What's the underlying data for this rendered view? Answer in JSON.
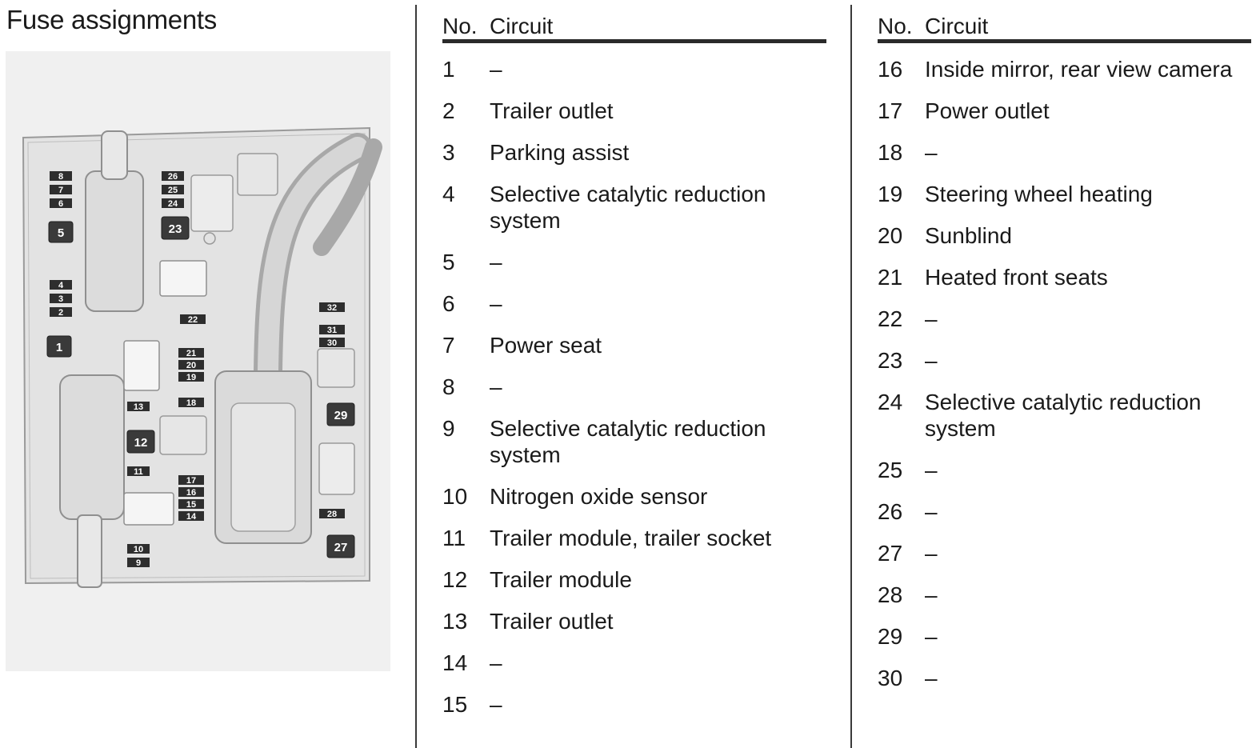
{
  "page": {
    "title": "Fuse assignments"
  },
  "diagram": {
    "dark_fuses": [
      "1",
      "5",
      "12",
      "23",
      "27",
      "29"
    ],
    "small_fuses": [
      "2",
      "3",
      "4",
      "6",
      "7",
      "8",
      "9",
      "10",
      "11",
      "13",
      "14",
      "15",
      "16",
      "17",
      "18",
      "19",
      "20",
      "21",
      "22",
      "24",
      "25",
      "26",
      "28",
      "30",
      "31",
      "32"
    ]
  },
  "table": {
    "col_no": "No.",
    "col_circuit": "Circuit",
    "left": [
      {
        "no": "1",
        "circuit": "–"
      },
      {
        "no": "2",
        "circuit": "Trailer outlet"
      },
      {
        "no": "3",
        "circuit": "Parking assist"
      },
      {
        "no": "4",
        "circuit": "Selective catalytic reduction system"
      },
      {
        "no": "5",
        "circuit": "–"
      },
      {
        "no": "6",
        "circuit": "–"
      },
      {
        "no": "7",
        "circuit": "Power seat"
      },
      {
        "no": "8",
        "circuit": "–"
      },
      {
        "no": "9",
        "circuit": "Selective catalytic reduction system"
      },
      {
        "no": "10",
        "circuit": "Nitrogen oxide sensor"
      },
      {
        "no": "11",
        "circuit": "Trailer module, trailer socket"
      },
      {
        "no": "12",
        "circuit": "Trailer module"
      },
      {
        "no": "13",
        "circuit": "Trailer outlet"
      },
      {
        "no": "14",
        "circuit": "–"
      },
      {
        "no": "15",
        "circuit": "–"
      }
    ],
    "right": [
      {
        "no": "16",
        "circuit": "Inside mirror, rear view camera"
      },
      {
        "no": "17",
        "circuit": "Power outlet"
      },
      {
        "no": "18",
        "circuit": "–"
      },
      {
        "no": "19",
        "circuit": "Steering wheel heating"
      },
      {
        "no": "20",
        "circuit": "Sunblind"
      },
      {
        "no": "21",
        "circuit": "Heated front seats"
      },
      {
        "no": "22",
        "circuit": "–"
      },
      {
        "no": "23",
        "circuit": "–"
      },
      {
        "no": "24",
        "circuit": "Selective catalytic reduction system"
      },
      {
        "no": "25",
        "circuit": "–"
      },
      {
        "no": "26",
        "circuit": "–"
      },
      {
        "no": "27",
        "circuit": "–"
      },
      {
        "no": "28",
        "circuit": "–"
      },
      {
        "no": "29",
        "circuit": "–"
      },
      {
        "no": "30",
        "circuit": "–"
      }
    ]
  }
}
